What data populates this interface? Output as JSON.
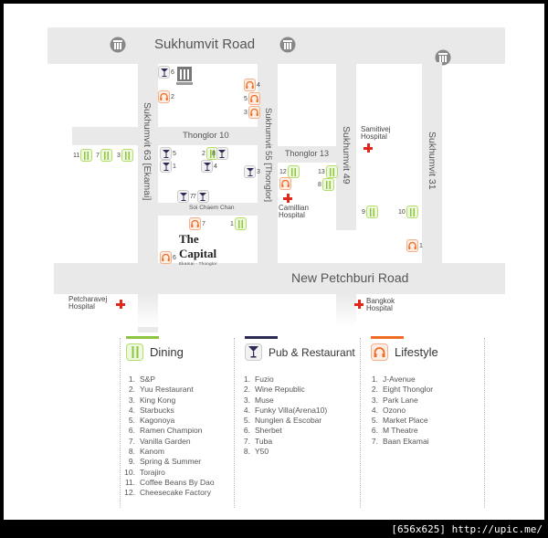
{
  "roads": {
    "sukhumvit": "Sukhumvit Road",
    "new_petchburi": "New Petchburi Road",
    "thonglor10": "Thonglor 10",
    "thonglor13": "Thonglor 13",
    "soi_chaem_chan": "Soi Chaem Chan",
    "sukhumvit63": "Sukhumvit 63 [Ekamai]",
    "sukhumvit55": "Sukhumvit 55 [Thonglor]",
    "sukhumvit49": "Sukhumvit 49",
    "sukhumvit31": "Sukhumvit 31"
  },
  "landmark": {
    "name": "The Capital",
    "sub": "Ekamai - Thonglor"
  },
  "hospitals": {
    "samitivej": [
      "Samitivej",
      "Hospital"
    ],
    "camillian": [
      "Camillian",
      "Hospital"
    ],
    "petcharavej": [
      "Petcharavej",
      "Hospital"
    ],
    "bangkok": [
      "Bangkok",
      "Hospital"
    ]
  },
  "markers": {
    "d11": "11",
    "d7": "7",
    "d3": "3",
    "d2": "2",
    "d12": "12",
    "d13": "13",
    "d8": "8",
    "d9": "9",
    "d10": "10",
    "d1": "1",
    "p6": "6",
    "p5": "5",
    "p1": "1",
    "p8": "8",
    "p3": "3",
    "p4": "4",
    "p2": "2",
    "p7": "7",
    "p7b": "7",
    "l4": "4",
    "l5": "5",
    "l3": "3",
    "l2": "2",
    "l7": "7",
    "l6": "6",
    "l1": "1"
  },
  "legend": {
    "dining": {
      "title": "Dining",
      "items": [
        {
          "n": "1.",
          "name": "S&P"
        },
        {
          "n": "2.",
          "name": "Yuu Restaurant"
        },
        {
          "n": "3.",
          "name": "King Kong"
        },
        {
          "n": "4.",
          "name": "Starbucks"
        },
        {
          "n": "5.",
          "name": "Kagonoya"
        },
        {
          "n": "6.",
          "name": "Ramen Champion"
        },
        {
          "n": "7.",
          "name": "Vanilla Garden"
        },
        {
          "n": "8.",
          "name": "Kanom"
        },
        {
          "n": "9.",
          "name": "Spring & Summer"
        },
        {
          "n": "10.",
          "name": "Torajiro"
        },
        {
          "n": "11.",
          "name": "Coffee Beans By Dao"
        },
        {
          "n": "12.",
          "name": "Cheesecake Factory"
        }
      ]
    },
    "pub": {
      "title": "Pub & Restaurant",
      "items": [
        {
          "n": "1.",
          "name": "Fuzio"
        },
        {
          "n": "2.",
          "name": "Wine Republic"
        },
        {
          "n": "3.",
          "name": "Muse"
        },
        {
          "n": "4.",
          "name": "Funky Villa(Arena10)"
        },
        {
          "n": "5.",
          "name": "Nunglen & Escobar"
        },
        {
          "n": "6.",
          "name": "Sherbet"
        },
        {
          "n": "7.",
          "name": "Tuba"
        },
        {
          "n": "8.",
          "name": "Y50"
        }
      ]
    },
    "lifestyle": {
      "title": "Lifestyle",
      "items": [
        {
          "n": "1.",
          "name": "J-Avenue"
        },
        {
          "n": "2.",
          "name": "Eight Thonglor"
        },
        {
          "n": "3.",
          "name": "Park Lane"
        },
        {
          "n": "4.",
          "name": "Ozono"
        },
        {
          "n": "5.",
          "name": "Market Place"
        },
        {
          "n": "6.",
          "name": "M Theatre"
        },
        {
          "n": "7.",
          "name": "Baan Ekamai"
        }
      ]
    }
  },
  "colors": {
    "dining": "#8cc63f",
    "pub": "#2b2b55",
    "lifestyle": "#f26b22",
    "hospital": "#e0281c"
  },
  "footer": "[656x625] http://upic.me/"
}
